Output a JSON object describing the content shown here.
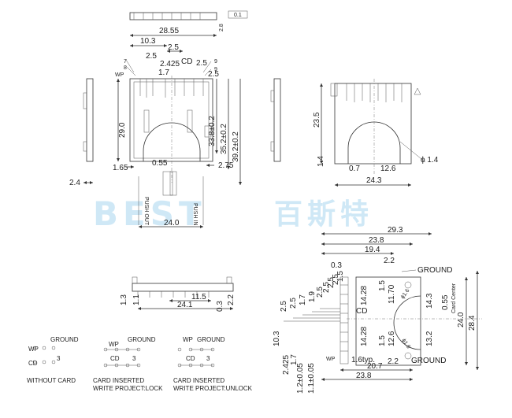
{
  "watermark": {
    "brand_latin": "BEST",
    "brand_cjk": "百斯特"
  },
  "top_view": {
    "dims": {
      "width_total": "28.55",
      "d_10_3": "10.3",
      "d_2_5_a": "2.5",
      "d_2_5_b": "2.5",
      "d_2_5_c": "2.5",
      "d_2_425": "2.425",
      "d_1_7": "1.7",
      "d_29_0": "29.0",
      "d_1_65": "1.65",
      "d_0_55": "0.55",
      "d_2_75": "2.75",
      "d_33_8": "33.8±0.2",
      "d_35_2": "35.2±0.2",
      "d_39_2": "39.2±0.2",
      "d_24_0": "24.0",
      "d_2_8": "2.8",
      "flatness": "0.1",
      "side_2_4": "2.4"
    },
    "labels": {
      "wp": "WP",
      "cd": "CD",
      "push_in": "PUSH IN",
      "push_out": "PUSH OUT"
    },
    "pin_numbers": [
      "7",
      "8",
      "9",
      "9"
    ]
  },
  "front_view": {
    "dims": {
      "d_23_5": "23.5",
      "d_1_4": "1.4",
      "d_0_7": "0.7",
      "d_12_6": "12.6",
      "d_24_3": "24.3",
      "d_phi": "ϕ 1.4"
    }
  },
  "pcb_layout": {
    "dims": {
      "d_29_3": "29.3",
      "d_23_8_top": "23.8",
      "d_19_4": "19.4",
      "d_0_3": "0.3",
      "d_2_2_top": "2.2",
      "d_1_5_a": "1.5",
      "d_11_70": "11.70",
      "d_14_28_a": "14.28",
      "d_14_28_b": "14.28",
      "d_14_3": "14.3",
      "d_0_55": "0.55",
      "d_24_0": "24.0",
      "d_28_4": "28.4",
      "d_12_6": "12.6",
      "d_1_5_b": "1.5",
      "d_13_2": "13.2",
      "d_10_3": "10.3",
      "d_2_425": "2.425",
      "d_1_7": "1.7",
      "d_1_2_pm": "1.2±0.05",
      "d_1_1_pm": "1.1±0.05",
      "d_1_6_typ": "1.6typ.",
      "d_20_7": "20.7",
      "d_2_2_bot": "2.2",
      "d_23_8_bot": "23.8",
      "d_1_6_a": "ϕ1.6",
      "d_1_6_b": "ϕ1.6",
      "pitch": [
        "2.5",
        "2.5",
        "1.7",
        "1.9",
        "2.5",
        "2.5",
        "2.5",
        "2.5",
        "1.5"
      ],
      "card_center": "Card Center"
    },
    "labels": {
      "ground_top": "GROUND",
      "ground_bottom": "GROUND",
      "wp": "WP",
      "cd": "CD"
    }
  },
  "side_bottom_view": {
    "dims": {
      "d_1_3": "1.3",
      "d_1_1": "1.1",
      "d_11_5": "11.5",
      "d_24_1": "24.1",
      "d_0_3": "0.3",
      "d_2_2": "2.2"
    }
  },
  "switch_legend": [
    {
      "caption_1": "WITHOUT CARD",
      "caption_2": "",
      "wp": "WP",
      "ground": "GROUND",
      "cd": "CD",
      "pin": "3"
    },
    {
      "caption_1": "CARD INSERTED",
      "caption_2": "WRITE PROJECT:LOCK",
      "wp": "WP",
      "ground": "GROUND",
      "cd": "CD",
      "pin": "3"
    },
    {
      "caption_1": "CARD INSERTED",
      "caption_2": "WRITE PROJECT:UNLOCK",
      "wp": "WP",
      "ground": "GROUND",
      "cd": "CD",
      "pin": "3"
    }
  ]
}
